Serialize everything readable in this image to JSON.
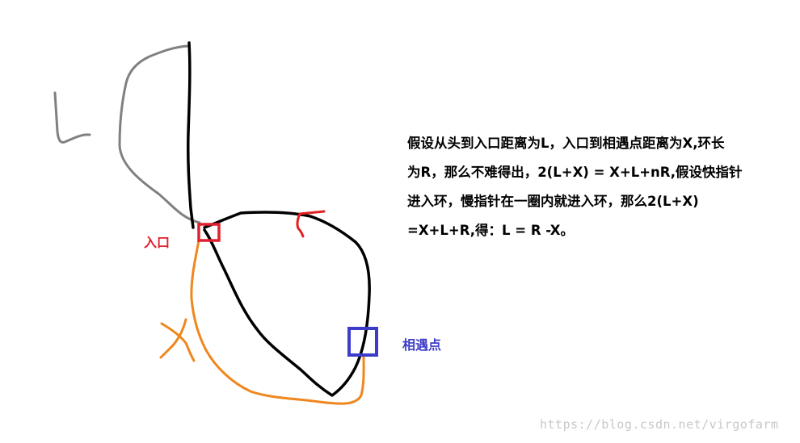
{
  "diagram": {
    "explanation_lines": [
      "假设从头到入口距离为L，入口到相遇点距离为X,环长",
      "为R，那么不难得出，2(L+X) = X+L+nR,假设快指针",
      "进入环，慢指针在一圈内就进入环，那么2(L+X)",
      "=X+L+R,得：L = R -X。"
    ],
    "labels": {
      "entry": "入口",
      "meeting_point": "相遇点",
      "L": "L",
      "X": "X",
      "R": "R"
    },
    "watermark": "https://blog.csdn.net/virgofarm",
    "colors": {
      "path_main": "#000000",
      "segment_L": "#808080",
      "segment_X": "#f0861e",
      "segment_R": "#e02020",
      "entry_marker": "#e0202e",
      "meeting_marker": "#3c3cc8",
      "text": "#000000",
      "watermark": "#c8c8c8"
    }
  }
}
